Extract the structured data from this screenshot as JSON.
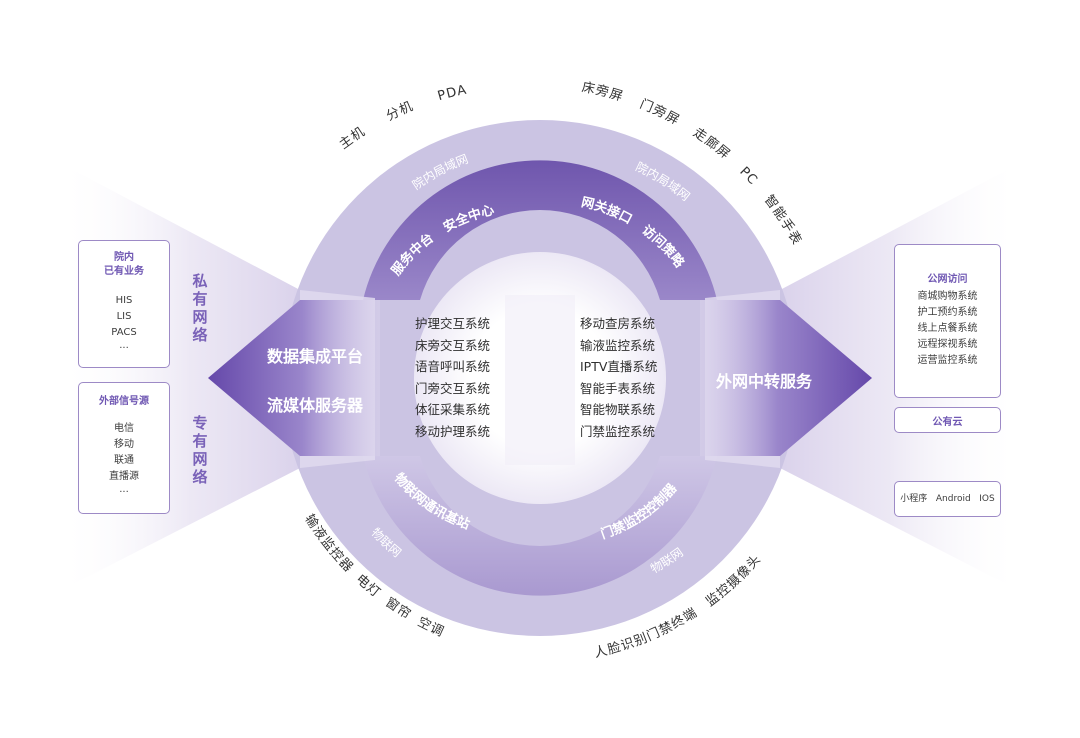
{
  "outer_arc_top_left_labels": [
    "主机",
    "分机",
    "PDA"
  ],
  "outer_arc_top_right_labels": [
    "床旁屏",
    "门旁屏",
    "走廊屏",
    "PC",
    "智能手表"
  ],
  "outer_arc_bottom_left_labels": [
    "输液监控器",
    "电灯",
    "窗帘",
    "空调"
  ],
  "outer_arc_bottom_right_labels": [
    "人脸识别门禁终端",
    "监控摄像头"
  ],
  "ring_labels": {
    "top_left": "院内局域网",
    "top_right": "院内局域网",
    "bottom_left": "物联网",
    "bottom_right": "物联网"
  },
  "inner_ring_labels": {
    "top_left_a": "服务中台",
    "top_left_b": "安全中心",
    "top_right_a": "网关接口",
    "top_right_b": "访问策略",
    "bottom_left": "物联网通讯基站",
    "bottom_right": "门禁监控控制器"
  },
  "center_left_systems": [
    "护理交互系统",
    "床旁交互系统",
    "语音呼叫系统",
    "门旁交互系统",
    "体征采集系统",
    "移动护理系统"
  ],
  "center_right_systems": [
    "移动查房系统",
    "输液监控系统",
    "IPTV直播系统",
    "智能手表系统",
    "智能物联系统",
    "门禁监控系统"
  ],
  "left_arrow": {
    "line1": "数据集成平台",
    "line2": "流媒体服务器"
  },
  "right_arrow": {
    "label": "外网中转服务"
  },
  "left_vertical": {
    "top": [
      "私",
      "有",
      "网",
      "络"
    ],
    "bottom": [
      "专",
      "有",
      "网",
      "络"
    ]
  },
  "left_box_internal": {
    "title_line1": "院内",
    "title_line2": "已有业务",
    "items": [
      "HIS",
      "LIS",
      "PACS",
      "···"
    ]
  },
  "left_box_external": {
    "title": "外部信号源",
    "items": [
      "电信",
      "移动",
      "联通",
      "直播源",
      "···"
    ]
  },
  "right_box_public_access": {
    "title": "公网访问",
    "items": [
      "商城购物系统",
      "护工预约系统",
      "线上点餐系统",
      "远程探视系统",
      "运营监控系统"
    ]
  },
  "right_box_public_cloud": {
    "label": "公有云"
  },
  "right_box_platforms": {
    "label": "小程序   Android   IOS"
  },
  "colors": {
    "outer_ring": "#cbc4e3",
    "inner_ring_top": "#7e66b7",
    "inner_ring_bottom": "#bdb2dc",
    "accent_text": "#7a62b8",
    "arrow_dark": "#6c52ad"
  }
}
